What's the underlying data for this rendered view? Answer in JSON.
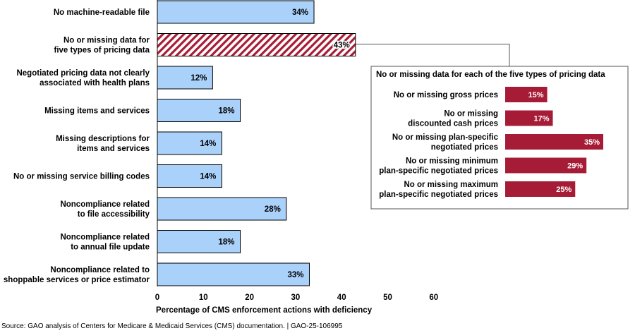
{
  "chart_data": [
    {
      "type": "bar",
      "orientation": "horizontal",
      "categories": [
        [
          "No machine-readable file"
        ],
        [
          "No or missing data for",
          "five types of pricing data"
        ],
        [
          "Negotiated pricing data not clearly",
          "associated with health plans"
        ],
        [
          "Missing items and services"
        ],
        [
          "Missing descriptions for",
          "items and services"
        ],
        [
          "No or missing service billing codes"
        ],
        [
          "Noncompliance related",
          "to file accessibility"
        ],
        [
          "Noncompliance related",
          "to annual file update"
        ],
        [
          "Noncompliance related to",
          "shoppable services or price estimator"
        ]
      ],
      "values": [
        34,
        43,
        12,
        18,
        14,
        14,
        28,
        18,
        33
      ],
      "value_labels": [
        "34%",
        "43%",
        "12%",
        "18%",
        "14%",
        "14%",
        "28%",
        "18%",
        "33%"
      ],
      "highlighted_index": 1,
      "xlabel": "Percentage of CMS enforcement actions with deficiency",
      "xlim": [
        0,
        60
      ],
      "xticks": [
        0,
        10,
        20,
        30,
        40,
        50,
        60
      ],
      "grid": false,
      "colors": {
        "bar": "#a9d1fa",
        "highlight_stripe": "#a61c36",
        "border": "#000000"
      }
    },
    {
      "type": "bar",
      "orientation": "horizontal",
      "title": "No or missing data for each of the five types of pricing data",
      "categories": [
        [
          "No or missing gross prices"
        ],
        [
          "No or missing",
          "discounted cash prices"
        ],
        [
          "No or missing plan-specific",
          "negotiated prices"
        ],
        [
          "No or missing minimum",
          "plan-specific negotiated prices"
        ],
        [
          "No or missing maximum",
          "plan-specific negotiated prices"
        ]
      ],
      "values": [
        15,
        17,
        35,
        29,
        25
      ],
      "value_labels": [
        "15%",
        "17%",
        "35%",
        "29%",
        "25%"
      ],
      "xlim": [
        0,
        35
      ],
      "colors": {
        "bar": "#a61c36",
        "label": "#ffffff"
      }
    }
  ],
  "source": "Source: GAO analysis of Centers for Medicare & Medicaid Services (CMS) documentation.  |  GAO-25-106995"
}
